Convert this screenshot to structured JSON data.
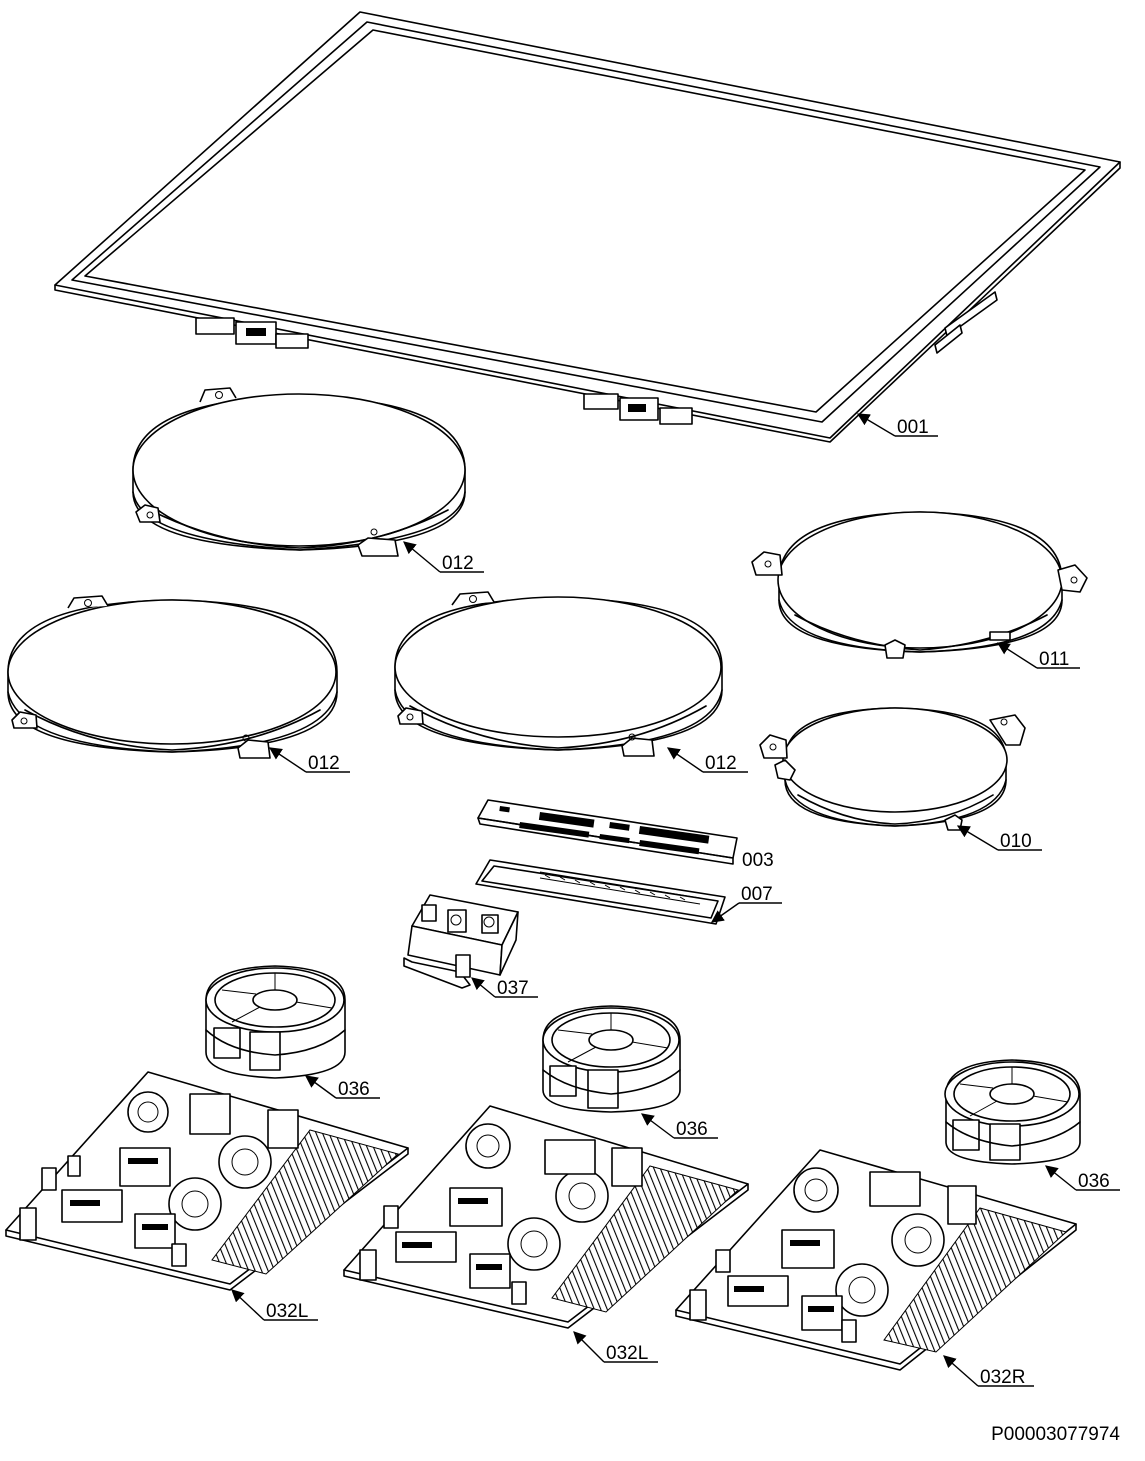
{
  "labels": {
    "glass_top": "001",
    "coil_top_left": "012",
    "coil_right_top": "011",
    "coil_mid_left": "012",
    "coil_mid_center": "012",
    "coil_right_bottom": "010",
    "display_board": "003",
    "display_frame": "007",
    "terminal_block": "037",
    "fan_left": "036",
    "fan_center": "036",
    "fan_right": "036",
    "board_left": "032L",
    "board_center": "032L",
    "board_right": "032R"
  },
  "drawing_code": "P00003077974"
}
